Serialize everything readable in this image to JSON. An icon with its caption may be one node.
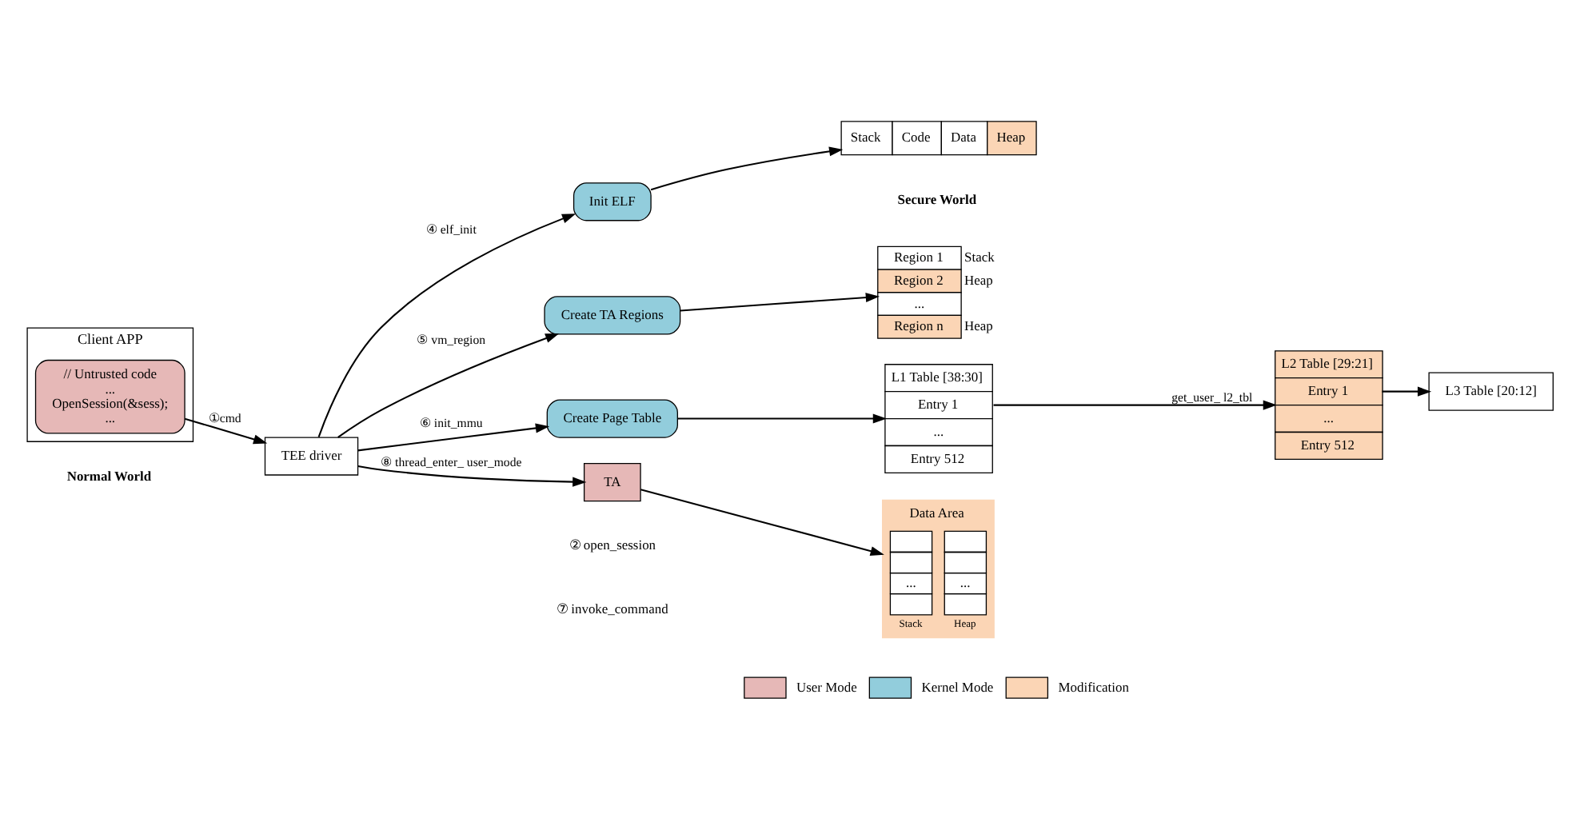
{
  "diagram": {
    "nodes": [
      {
        "text": [
          "Client APP"
        ]
      },
      {
        "text": [
          "// Untrusted code",
          "...",
          "OpenSession(&sess);",
          "..."
        ],
        "in": 0
      },
      {
        "text": [
          "TEE driver"
        ]
      },
      {
        "text": [
          "Init ELF"
        ]
      },
      {
        "text": [
          "Stack",
          "Code",
          "Data",
          "Heap"
        ]
      },
      {
        "text": [
          "Create TA Regions"
        ]
      },
      {
        "text": [
          "Region 1",
          "Region 2",
          "...",
          "Region n"
        ],
        "beside": [
          "Stack",
          "Heap",
          "Heap"
        ]
      },
      {
        "text": [
          "Create Page Table"
        ]
      },
      {
        "text": [
          "L1 Table [38:30]",
          "Entry 1",
          "...",
          "Entry 512"
        ]
      },
      {
        "text": [
          "L2 Table [29:21]",
          "Entry 1",
          "...",
          "Entry 512"
        ]
      },
      {
        "text": [
          "L3 Table [20:12]"
        ]
      },
      {
        "text": [
          "TA"
        ]
      },
      {
        "text": [
          "Data Area",
          "...",
          "Stack",
          "...",
          "Heap"
        ]
      }
    ],
    "edges": [
      {
        "from": 1,
        "to": 2,
        "arrow": "to",
        "label": "①cmd"
      },
      {
        "from": 2,
        "to": 3,
        "arrow": "to",
        "label": "④ elf_init"
      },
      {
        "from": 2,
        "to": 5,
        "arrow": "to",
        "label": "⑤ vm_region"
      },
      {
        "from": 2,
        "to": 7,
        "arrow": "to",
        "label": "⑥ init_mmu"
      },
      {
        "from": 2,
        "to": 11,
        "arrow": "to",
        "label": "⑧ thread_enter_ user_mode"
      },
      {
        "from": 3,
        "to": 4,
        "arrow": "to"
      },
      {
        "from": 5,
        "to": 6,
        "arrow": "to"
      },
      {
        "from": 7,
        "to": 8,
        "arrow": "to"
      },
      {
        "from": 8,
        "to": 9,
        "arrow": "to",
        "label": "get_user_ l2_tbl"
      },
      {
        "from": 9,
        "to": 10,
        "arrow": "to"
      },
      {
        "from": 11,
        "to": 12,
        "arrow": "to"
      }
    ],
    "labels": [
      "Secure World",
      "Normal World",
      "② open_session",
      "⑦ invoke_command"
    ],
    "legend": [
      {
        "text": "User Mode",
        "color": "#e6b8b7"
      },
      {
        "text": "Kernel Mode",
        "color": "#92cddc"
      },
      {
        "text": "Modification",
        "color": "#fbd5b5"
      }
    ]
  }
}
